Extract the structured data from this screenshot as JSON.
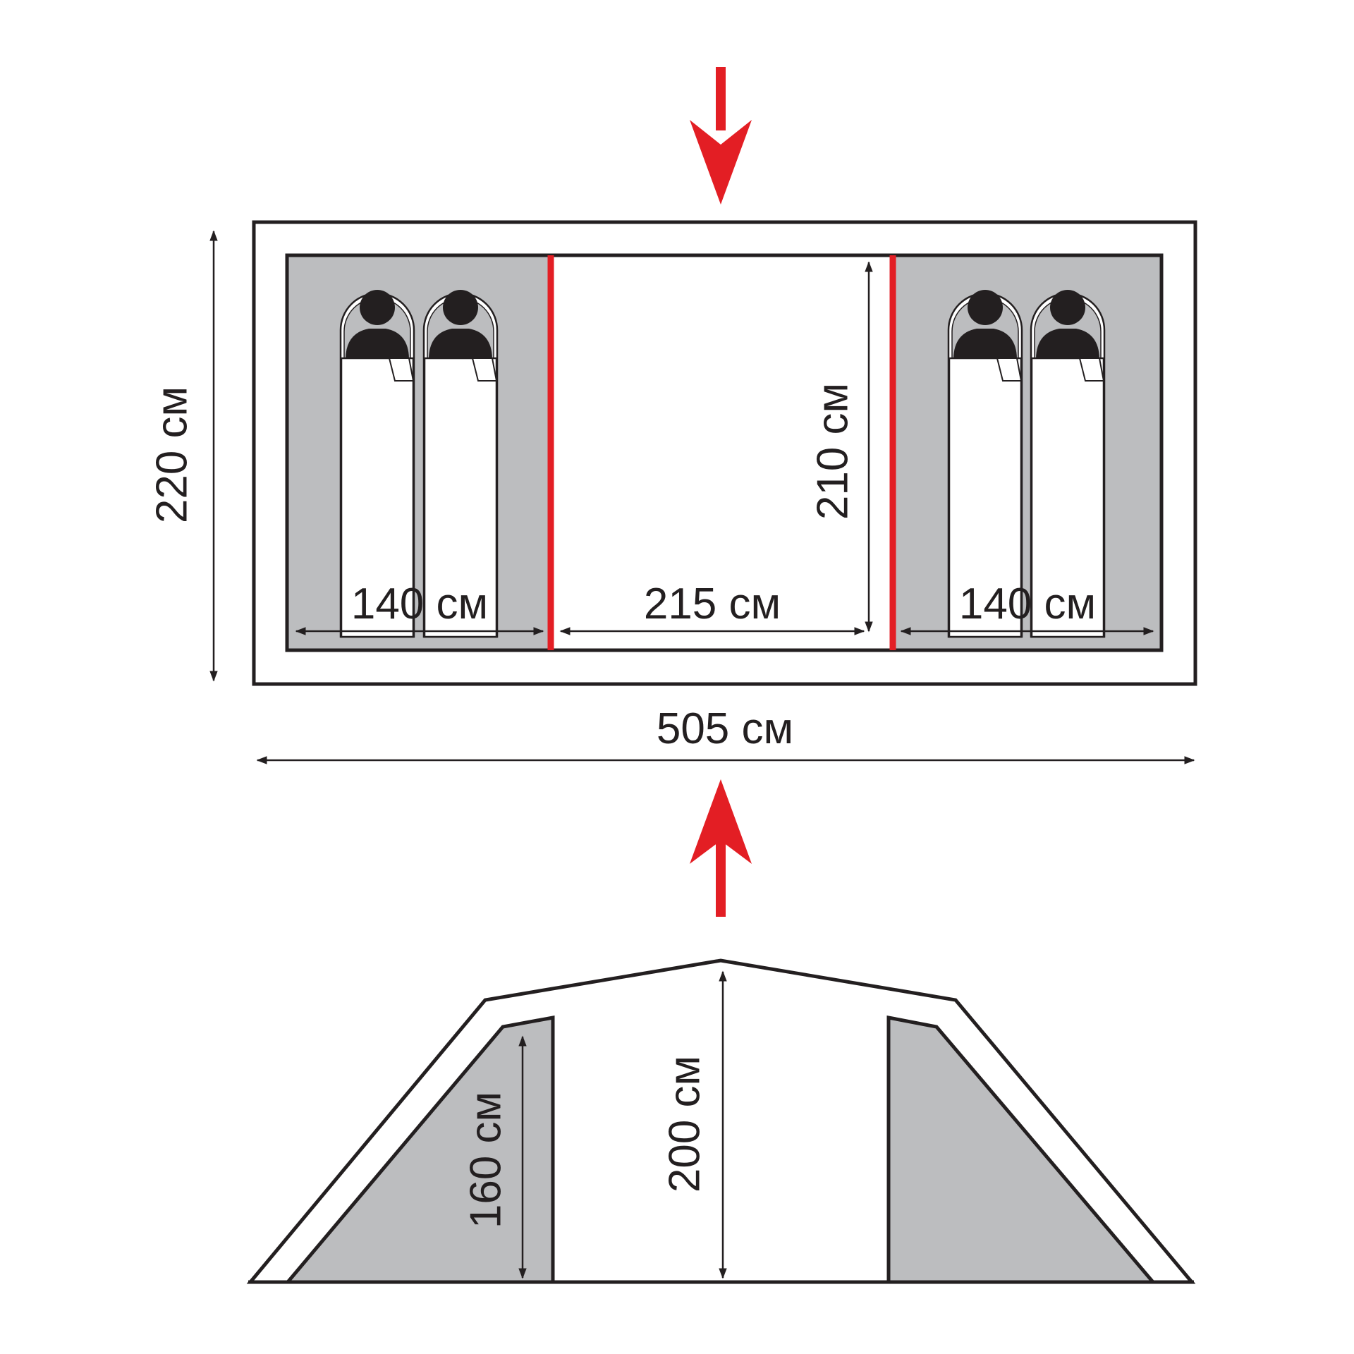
{
  "colors": {
    "outline": "#231f20",
    "inner_fill": "#bcbdbf",
    "accent": "#e31e24",
    "background": "#ffffff"
  },
  "plan": {
    "total_length": "505 см",
    "total_width": "220 см",
    "left_bedroom_length": "140 см",
    "middle_length": "215 см",
    "right_bedroom_length": "140 см",
    "middle_depth": "210 см",
    "sleeping_places_per_bedroom": 2
  },
  "section": {
    "center_height": "200 см",
    "bedroom_height": "160 см"
  },
  "icons": {
    "entrance_arrows": "red-arrow-icon",
    "sleeping_bag": "sleeping-bag-icon"
  }
}
